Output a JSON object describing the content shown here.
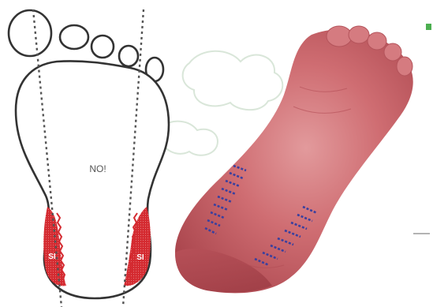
{
  "diagram": {
    "center_label": "NO!",
    "puncture_zone_label_left": "SI",
    "puncture_zone_label_right": "SI"
  },
  "colors": {
    "outline": "#333333",
    "guide_line": "#555555",
    "safe_zone_fill": "#d42a30",
    "photo_hatch": "#3a3f9e",
    "background_watermark": "#d9e6d9",
    "photo_skin": "#c45d64",
    "corner_marker": "#4caf50"
  }
}
